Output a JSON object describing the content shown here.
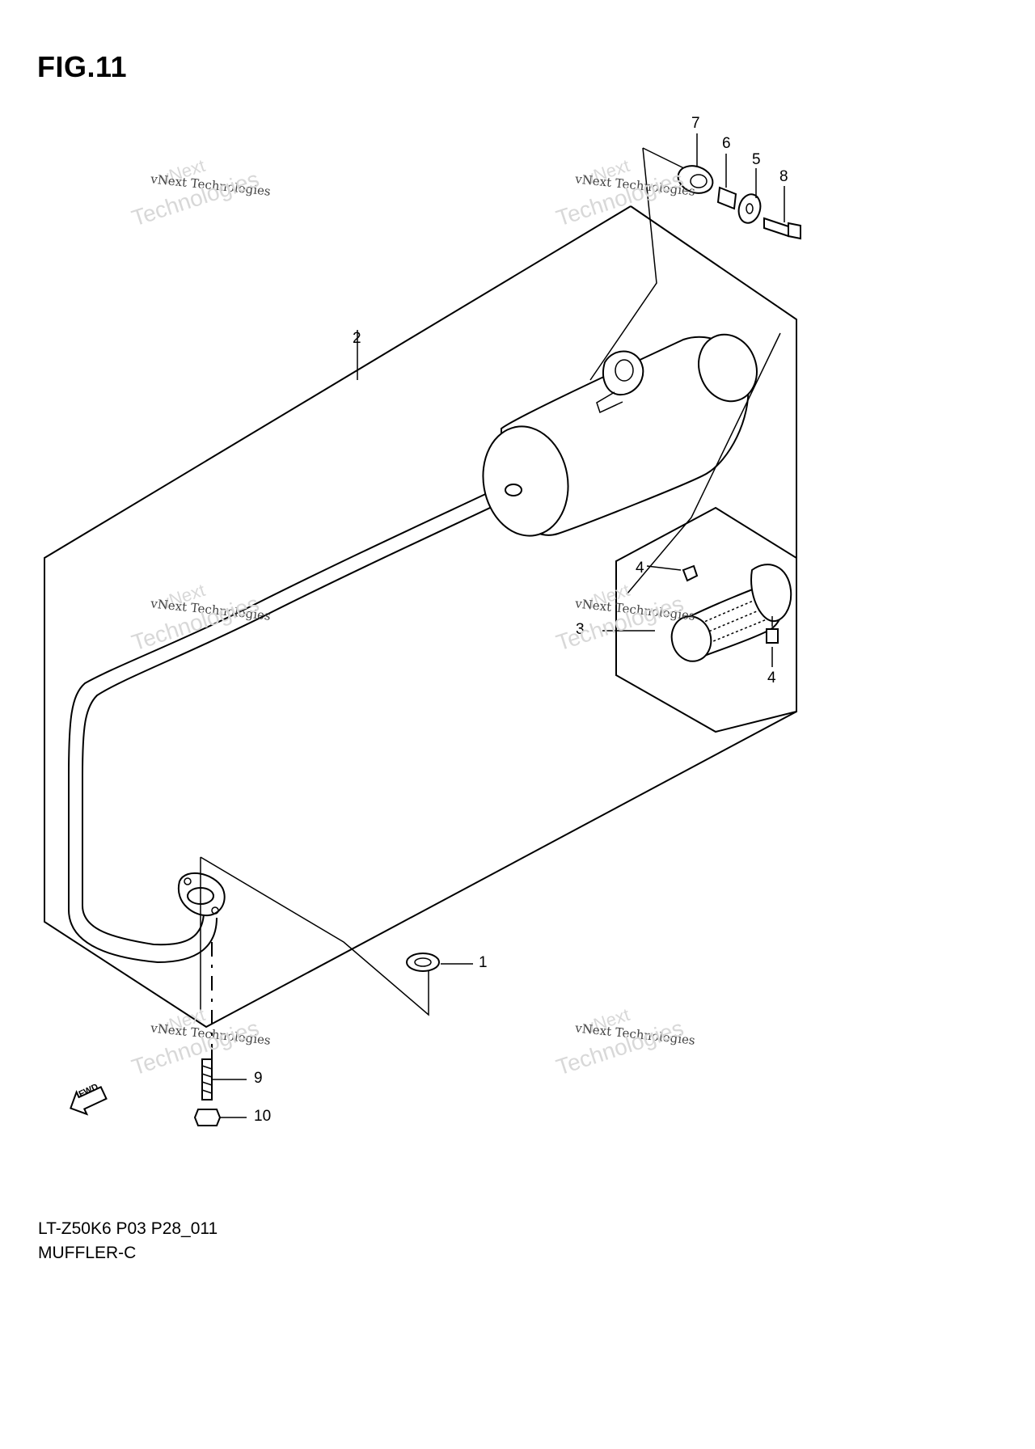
{
  "figure": {
    "title": "FIG.11",
    "model_code": "LT-Z50K6 P03 P28_011",
    "part_name": "MUFFLER-C",
    "fwd_label": "FWD"
  },
  "callouts": [
    "1",
    "2",
    "3",
    "4",
    "4",
    "5",
    "6",
    "7",
    "8",
    "9",
    "10"
  ],
  "watermark": {
    "brand_top": "vNext",
    "brand_full": "vNext Technologies",
    "brand_bottom": "Technologies"
  },
  "colors": {
    "line": "#000000",
    "background": "#ffffff",
    "watermark": "#d8d8d8"
  }
}
